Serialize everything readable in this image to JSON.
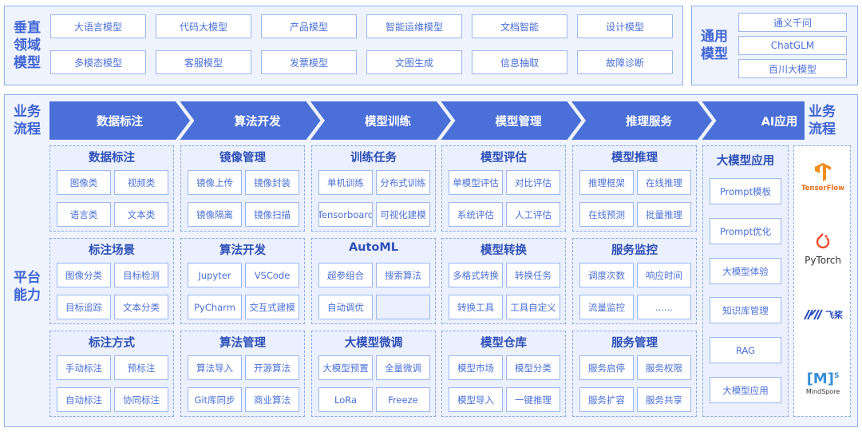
{
  "vertical": {
    "label": [
      "垂直",
      "领域",
      "模型"
    ],
    "row1": [
      "大语言模型",
      "代码大模型",
      "产品模型",
      "智能运维模型",
      "文档智能",
      "设计模型"
    ],
    "row2": [
      "多模态模型",
      "客服模型",
      "发票模型",
      "文图生成",
      "信息抽取",
      "故障诊断"
    ]
  },
  "general": {
    "label": [
      "通用",
      "模型"
    ],
    "items": [
      "通义千问",
      "ChatGLM",
      "百川大模型"
    ]
  },
  "flow": {
    "label_left": [
      "业务",
      "流程"
    ],
    "label_right": [
      "业务",
      "流程"
    ],
    "steps": [
      "数据标注",
      "算法开发",
      "模型训练",
      "模型管理",
      "推理服务",
      "AI应用"
    ]
  },
  "platform": {
    "label": [
      "平台",
      "能力"
    ]
  },
  "columns": [
    {
      "groups": [
        {
          "title": "数据标注",
          "items": [
            "图像类",
            "视频类",
            "语言类",
            "文本类"
          ]
        },
        {
          "title": "标注场景",
          "items": [
            "图像分类",
            "目标检测",
            "目标追踪",
            "文本分类"
          ]
        },
        {
          "title": "标注方式",
          "items": [
            "手动标注",
            "预标注",
            "自动标注",
            "协同标注"
          ]
        }
      ]
    },
    {
      "groups": [
        {
          "title": "镜像管理",
          "items": [
            "镜像上传",
            "镜像封装",
            "镜像隔离",
            "镜像扫描"
          ]
        },
        {
          "title": "算法开发",
          "items": [
            "Jupyter",
            "VSCode",
            "PyCharm",
            "交互式建模"
          ]
        },
        {
          "title": "算法管理",
          "items": [
            "算法导入",
            "开源算法",
            "Git库同步",
            "商业算法"
          ]
        }
      ]
    },
    {
      "groups": [
        {
          "title": "训练任务",
          "items": [
            "单机训练",
            "分布式训练",
            "Tensorboard",
            "可视化建模"
          ]
        },
        {
          "title": "AutoML",
          "items": [
            "超参组合",
            "搜索算法",
            "自动调优",
            ""
          ]
        },
        {
          "title": "大模型微调",
          "items": [
            "大模型预置",
            "全量微调",
            "LoRa",
            "Freeze"
          ]
        }
      ]
    },
    {
      "groups": [
        {
          "title": "模型评估",
          "items": [
            "单模型评估",
            "对比评估",
            "系统评估",
            "人工评估"
          ]
        },
        {
          "title": "模型转换",
          "items": [
            "多格式转换",
            "转换任务",
            "转换工具",
            "工具自定义"
          ]
        },
        {
          "title": "模型仓库",
          "items": [
            "模型市场",
            "模型分类",
            "模型导入",
            "一键推理"
          ]
        }
      ]
    },
    {
      "groups": [
        {
          "title": "模型推理",
          "items": [
            "推理框架",
            "在线推理",
            "在线预测",
            "批量推理"
          ]
        },
        {
          "title": "服务监控",
          "items": [
            "调度次数",
            "响应时间",
            "流量监控",
            "......"
          ]
        },
        {
          "title": "服务管理",
          "items": [
            "服务启停",
            "服务权限",
            "服务扩容",
            "服务共享"
          ]
        }
      ]
    }
  ],
  "ai_app": {
    "title": "大模型应用",
    "items": [
      "Prompt模板",
      "Prompt优化",
      "大模型体验",
      "知识库管理",
      "RAG",
      "大模型应用"
    ]
  },
  "frameworks": [
    "TensorFlow",
    "PyTorch",
    "飞桨",
    "MindSpore"
  ],
  "colors": {
    "accent": "#3f64d4",
    "arrow": "#4a6fd8",
    "panel_bg": "#eef3fd",
    "border": "#8fb0ef"
  }
}
